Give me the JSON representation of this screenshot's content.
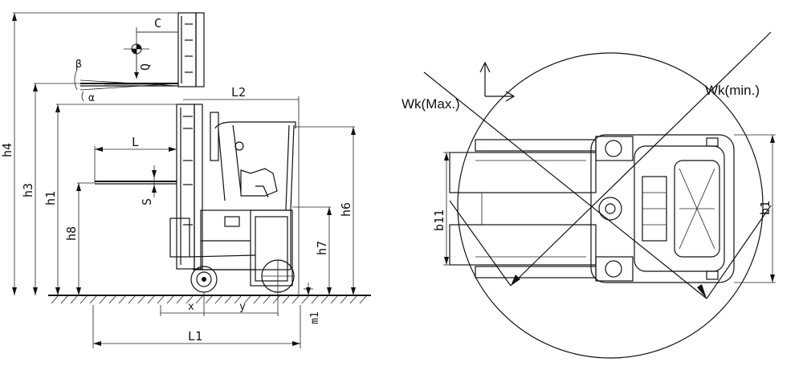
{
  "side_view": {
    "labels": {
      "h4": "h4",
      "h3": "h3",
      "h1": "h1",
      "h8": "h8",
      "h6": "h6",
      "h7": "h7",
      "L": "L",
      "L1": "L1",
      "L2": "L2",
      "C": "C",
      "Q": "Q",
      "S": "S",
      "x": "x",
      "y": "y",
      "m1": "m1",
      "beta": "β",
      "alpha": "α"
    }
  },
  "top_view": {
    "labels": {
      "wk_max": "Wk(Max.)",
      "wk_min": "Wk(min.)",
      "b11": "b11",
      "b1": "b1"
    }
  },
  "colors": {
    "line": "#111111",
    "background": "#ffffff"
  }
}
